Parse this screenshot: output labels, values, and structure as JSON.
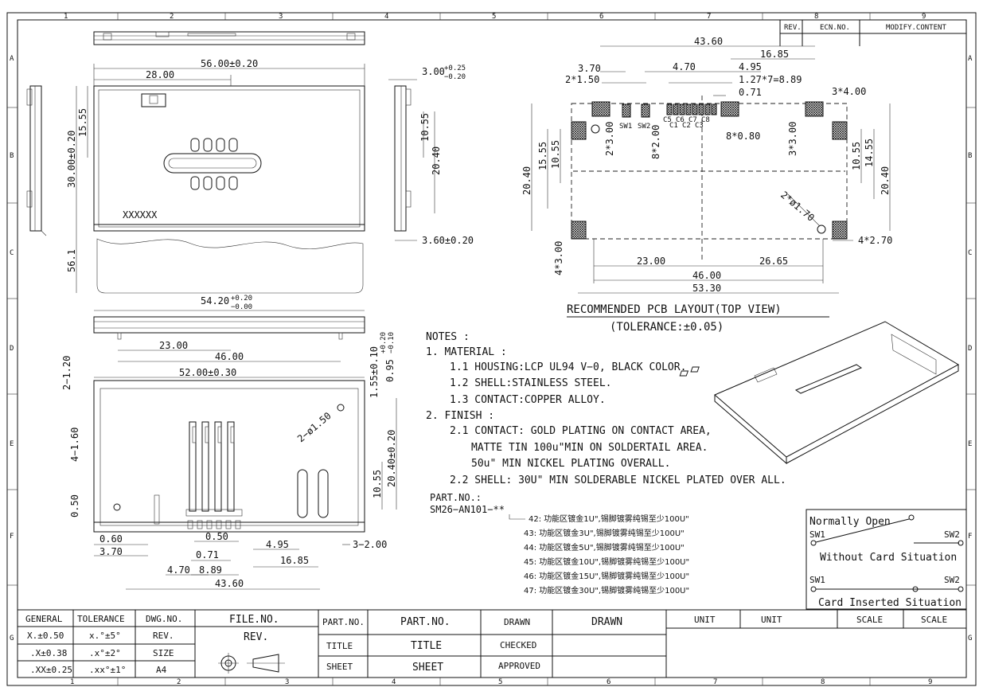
{
  "zones": {
    "top": [
      "1",
      "2",
      "3",
      "4",
      "5",
      "6",
      "7",
      "8",
      "9"
    ],
    "side": [
      "A",
      "B",
      "C",
      "D",
      "E",
      "F",
      "G"
    ]
  },
  "revision_table": {
    "rev": "REV.",
    "ecn": "ECN.NO.",
    "modify": "MODIFY.CONTENT"
  },
  "top_view": {
    "dims": [
      "56.00±0.20",
      "28.00",
      "15.55",
      "30.00±0.20",
      "56.1",
      "3.00",
      "+0.25",
      "−0.20",
      "10.55",
      "20.40",
      "3.60±0.20"
    ],
    "marking": "XXXXXX"
  },
  "bottom_view": {
    "dims": [
      "54.20",
      "+0.20",
      "−0.00",
      "23.00",
      "46.00",
      "52.00±0.30",
      "2−1.20",
      "1.55±0.10",
      "0.95",
      "+0.20",
      "−0.10",
      "4−1.60",
      "2−ø1.50",
      "20.40±0.20",
      "10.55",
      "0.50",
      "0.60",
      "3.70",
      "4.70",
      "0.71",
      "8.89",
      "0.50",
      "4.95",
      "16.85",
      "43.60",
      "3−2.00"
    ]
  },
  "pcb_layout": {
    "dims": [
      "43.60",
      "16.85",
      "3.70",
      "4.70",
      "4.95",
      "2*1.50",
      "1.27*7=8.89",
      "0.71",
      "3*4.00",
      "8*0.80",
      "2*3.00",
      "3*3.00",
      "8*2.00",
      "15.55",
      "10.55",
      "20.40",
      "10.55",
      "14.55",
      "20.40",
      "2*ø1.70",
      "4*2.70",
      "4*3.00",
      "23.00",
      "26.65",
      "46.00",
      "53.30"
    ],
    "labels": [
      "SW1",
      "SW2",
      "C5",
      "C6",
      "C7",
      "C8",
      "C1",
      "C2",
      "C3"
    ],
    "title": "RECOMMENDED PCB LAYOUT(TOP VIEW)",
    "tolerance": "(TOLERANCE:±0.05)"
  },
  "notes": {
    "lines": [
      "NOTES :",
      "1. MATERIAL :",
      "1.1 HOUSING:LCP UL94 V−0, BLACK COLOR.",
      "1.2 SHELL:STAINLESS STEEL.",
      "1.3 CONTACT:COPPER ALLOY.",
      "2. FINISH :",
      "2.1 CONTACT: GOLD PLATING ON CONTACT AREA,",
      "MATTE TIN 100u\"MIN ON SOLDERTAIL AREA.",
      "50u\" MIN NICKEL PLATING OVERALL.",
      "2.2 SHELL: 30U\" MIN SOLDERABLE NICKEL PLATED OVER ALL."
    ],
    "part_no_label": "PART.NO.:",
    "part_no": "SM26−AN101−**",
    "options": [
      "42: 功能区镀金1U\",锡脚镀雾纯锡至少100U\"",
      "43: 功能区镀金3U\",锡脚镀雾纯锡至少100U\"",
      "44: 功能区镀金5U\",锡脚镀雾纯锡至少100U\"",
      "45: 功能区镀金10U\",锡脚镀雾纯锡至少100U\"",
      "46: 功能区镀金15U\",锡脚镀雾纯锡至少100U\"",
      "47: 功能区镀金30U\",锡脚镀雾纯锡至少100U\""
    ]
  },
  "switch_box": {
    "open_title": "Normally Open",
    "sw1": "SW1",
    "sw2": "SW2",
    "without_card": "Without Card Situation",
    "inserted": "Card Inserted Situation"
  },
  "title_block": {
    "general": "GENERAL",
    "tolerance": "TOLERANCE",
    "dwg_no": "DWG.NO.",
    "file_no": "FILE.NO.",
    "part_no_hdr": "PART.NO.",
    "part_no_val": "PART.NO.",
    "drawn_hdr": "DRAWN",
    "drawn_val": "DRAWN",
    "unit_hdr": "UNIT",
    "unit_val": "UNIT",
    "scale_hdr": "SCALE",
    "scale_val": "SCALE",
    "x0": "X.±0.50",
    "x0a": "x.°±5°",
    "rev_hdr": "REV.",
    "rev_val": "REV.",
    "x1": ".X±0.38",
    "x1a": ".x°±2°",
    "size_hdr": "SIZE",
    "title_hdr": "TITLE",
    "title_val": "TITLE",
    "checked_hdr": "CHECKED",
    "x2": ".XX±0.25",
    "x2a": ".xx°±1°",
    "size_val": "A4",
    "sheet_hdr": "SHEET",
    "sheet_val": "SHEET",
    "approved_hdr": "APPROVED"
  }
}
